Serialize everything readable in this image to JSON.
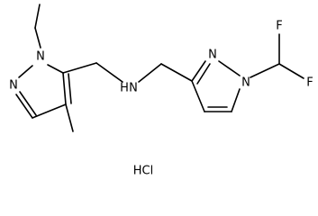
{
  "molecule": {
    "labels": {
      "n_ring1_top": "N",
      "n_ring1_left": "N",
      "amine_nh": "H",
      "amine_n": "N",
      "n_ring2_top": "N",
      "n_ring2_right": "N",
      "f_top": "F",
      "f_right": "F"
    },
    "salt": "HCl"
  }
}
